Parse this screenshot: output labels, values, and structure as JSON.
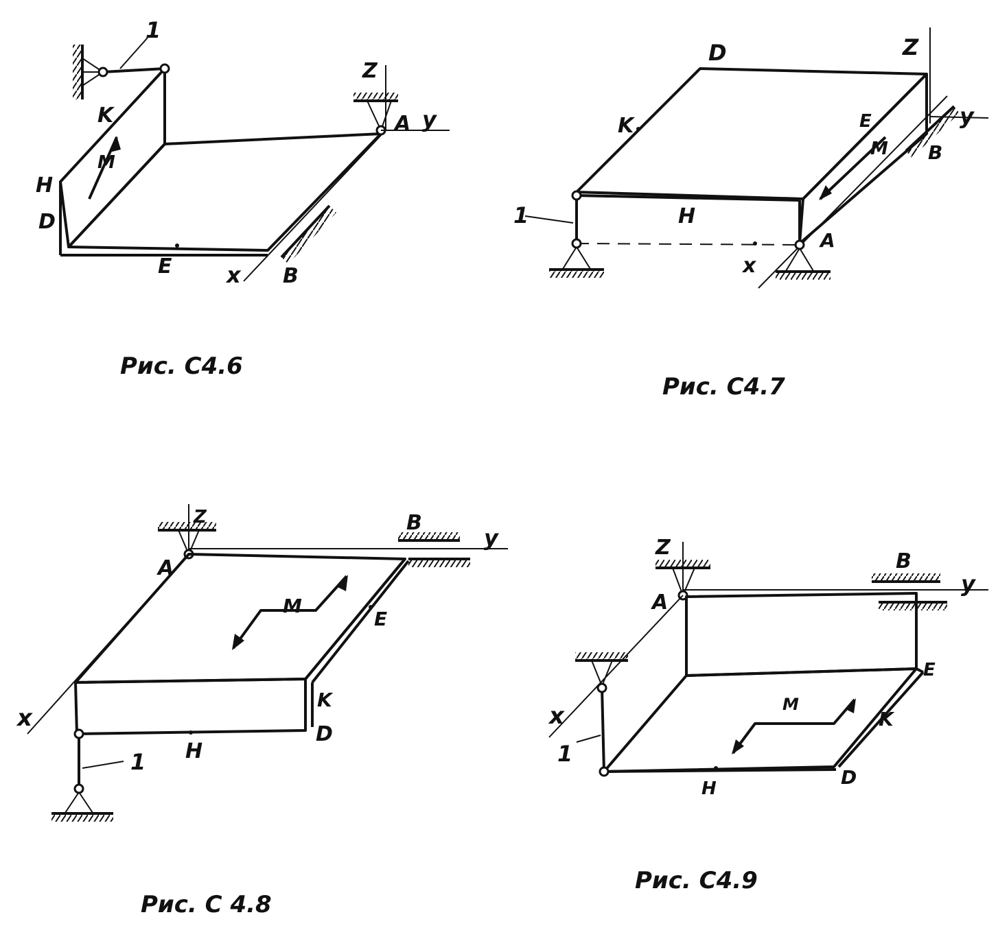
{
  "figures": [
    {
      "caption": "Рис. С4.6",
      "labels": {
        "one": "1",
        "k": "K",
        "h": "H",
        "d": "D",
        "e": "E",
        "m": "M",
        "z": "Z",
        "a": "A",
        "y": "y",
        "x": "x",
        "b": "B"
      }
    },
    {
      "caption": "Рис. С4.7",
      "labels": {
        "d": "D",
        "z": "Z",
        "k": "K",
        "e": "E",
        "y": "y",
        "m": "M",
        "b": "B",
        "one": "1",
        "h": "H",
        "a": "A",
        "x": "x"
      }
    },
    {
      "caption": "Рис. С 4.8",
      "labels": {
        "z": "Z",
        "b": "B",
        "y": "y",
        "a": "A",
        "m": "M",
        "e": "E",
        "x": "x",
        "k": "K",
        "d": "D",
        "h": "H",
        "one": "1"
      }
    },
    {
      "caption": "Рис. С4.9",
      "labels": {
        "z": "Z",
        "b": "B",
        "y": "y",
        "a": "A",
        "x": "x",
        "e": "E",
        "m": "M",
        "k": "K",
        "one": "1",
        "h": "H",
        "d": "D"
      }
    }
  ]
}
